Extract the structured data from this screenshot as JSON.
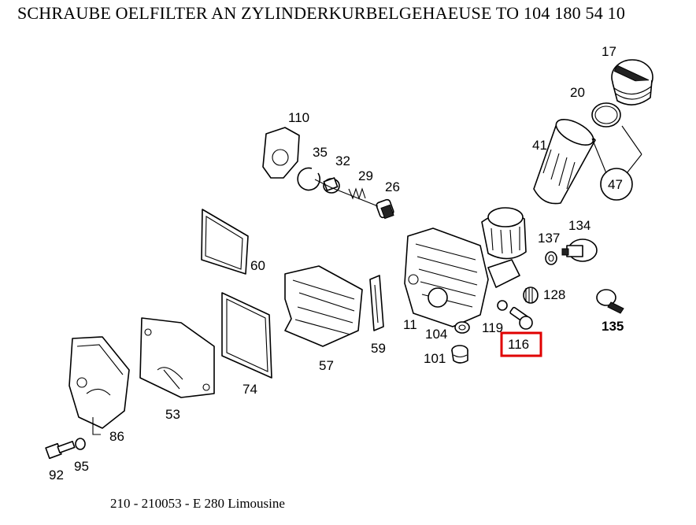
{
  "header": {
    "title": "SCHRAUBE OELFILTER AN ZYLINDERKURBELGEHAEUSE TO 104 180 54 10"
  },
  "footer": {
    "caption": "210 - 210053 - E 280 Limousine"
  },
  "callouts": {
    "p17": "17",
    "p20": "20",
    "p41": "41",
    "p47": "47",
    "p110": "110",
    "p35": "35",
    "p32": "32",
    "p29": "29",
    "p26": "26",
    "p134": "134",
    "p137": "137",
    "p60": "60",
    "p128": "128",
    "p135": "135",
    "p11": "11",
    "p104": "104",
    "p119": "119",
    "p116": "116",
    "p101": "101",
    "p59": "59",
    "p57": "57",
    "p74": "74",
    "p53": "53",
    "p86": "86",
    "p92": "92",
    "p95": "95"
  },
  "highlight": {
    "part": "116",
    "color": "#e00000"
  }
}
